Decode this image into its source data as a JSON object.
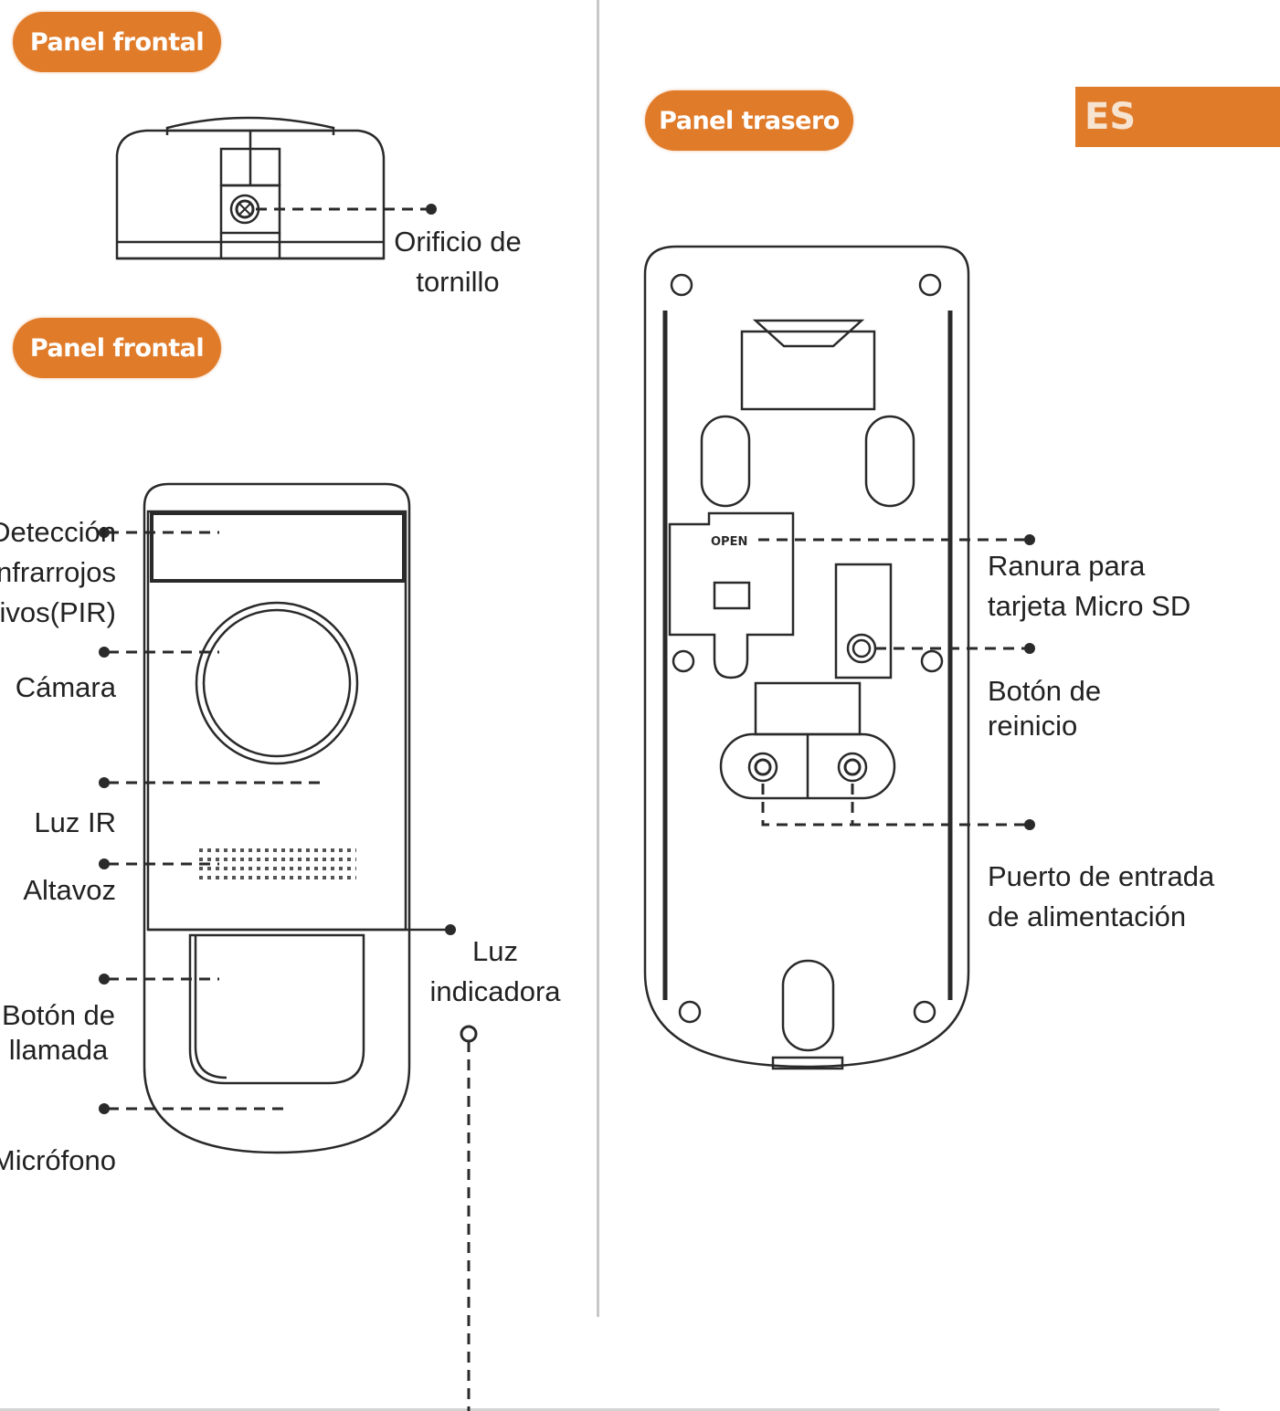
{
  "headers": {
    "front_top": "Panel frontal",
    "front_bottom": "Panel frontal",
    "back": "Panel trasero",
    "language": "ES"
  },
  "labels": {
    "screw_hole": "Orificio de\ntornillo",
    "pir": "Detección\nde infrarrojos\npasivos(PIR)",
    "camera": "Cámara",
    "ir_light": "Luz IR",
    "speaker": "Altavoz",
    "indicator": "Luz\nindicadora",
    "call_button": "Botón de\nllamada",
    "microphone": "Micrófono",
    "sd_slot": "Ranura para\ntarjeta Micro SD",
    "reset_button": "Botón de\nreinicio",
    "power_port": "Puerto de entrada\nde alimentación"
  },
  "diagram": {
    "open_label": "OPEN",
    "accent_color": "#e07b2a",
    "line_color": "#2a2a2a",
    "divider_color": "#c8c8c8"
  }
}
